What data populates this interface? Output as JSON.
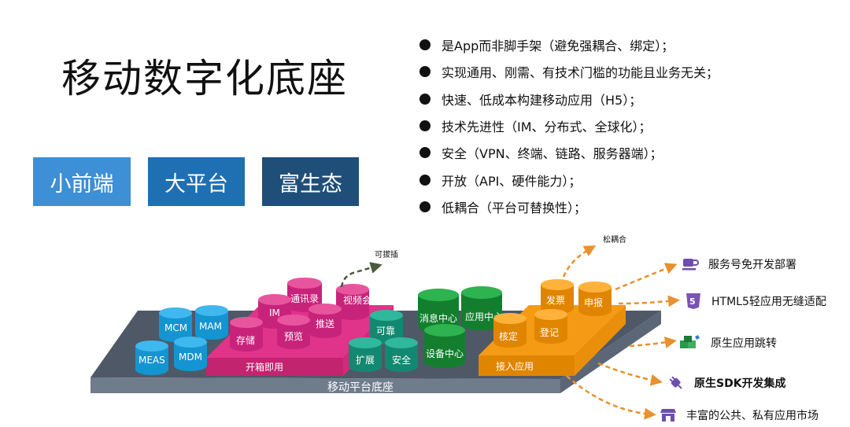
{
  "title": "移动数字化底座",
  "tags": {
    "small_front": "小前端",
    "big_platform": "大平台",
    "rich_eco": "富生态"
  },
  "bullets": [
    "是App而非脚手架（避免强耦合、绑定）；",
    "实现通用、刚需、有技术门槛的功能且业务无关；",
    "快速、低成本构建移动应用（H5）；",
    "技术先进性（IM、分布式、全球化）；",
    "安全（VPN、终端、链路、服务器端）；",
    "开放（API、硬件能力）；",
    "低耦合（平台可替换性）；"
  ],
  "diagram": {
    "base_label": "移动平台底座",
    "pluggable": "可拔插",
    "loose_coupling": "松耦合",
    "blue_group": [
      "MCM",
      "MAM",
      "MEAS",
      "MDM"
    ],
    "pink_group": {
      "label": "开箱即用",
      "items": [
        "通讯录",
        "视频会议",
        "IM",
        "推送",
        "存储",
        "预览"
      ]
    },
    "teal_group": [
      "可靠",
      "扩展",
      "安全"
    ],
    "green_group": [
      "消息中心",
      "应用中心",
      "设备中心"
    ],
    "orange_group": {
      "label": "接入应用",
      "items": [
        "发票",
        "申报",
        "核定",
        "登记"
      ]
    }
  },
  "outputs": [
    {
      "label": "服务号免开发部署",
      "icon": "cup-icon"
    },
    {
      "label": "HTML5轻应用无缝适配",
      "icon": "html5-icon"
    },
    {
      "label": "原生应用跳转",
      "icon": "app-blocks-icon"
    },
    {
      "label": "原生SDK开发集成",
      "icon": "plug-icon"
    },
    {
      "label": "丰富的公共、私有应用市场",
      "icon": "store-icon"
    }
  ],
  "colors": {
    "tag_light_blue": "#3d8fd6",
    "tag_mid_blue": "#1f6fb3",
    "tag_dark_blue": "#1f4e79",
    "base_top": "#4f5866",
    "base_side": "#6f7c8c",
    "pink": "#e0338a",
    "blue": "#1aa3e6",
    "teal": "#17a58b",
    "green": "#1a9a3a",
    "orange": "#f59a14",
    "arrow": "#e8912e"
  }
}
